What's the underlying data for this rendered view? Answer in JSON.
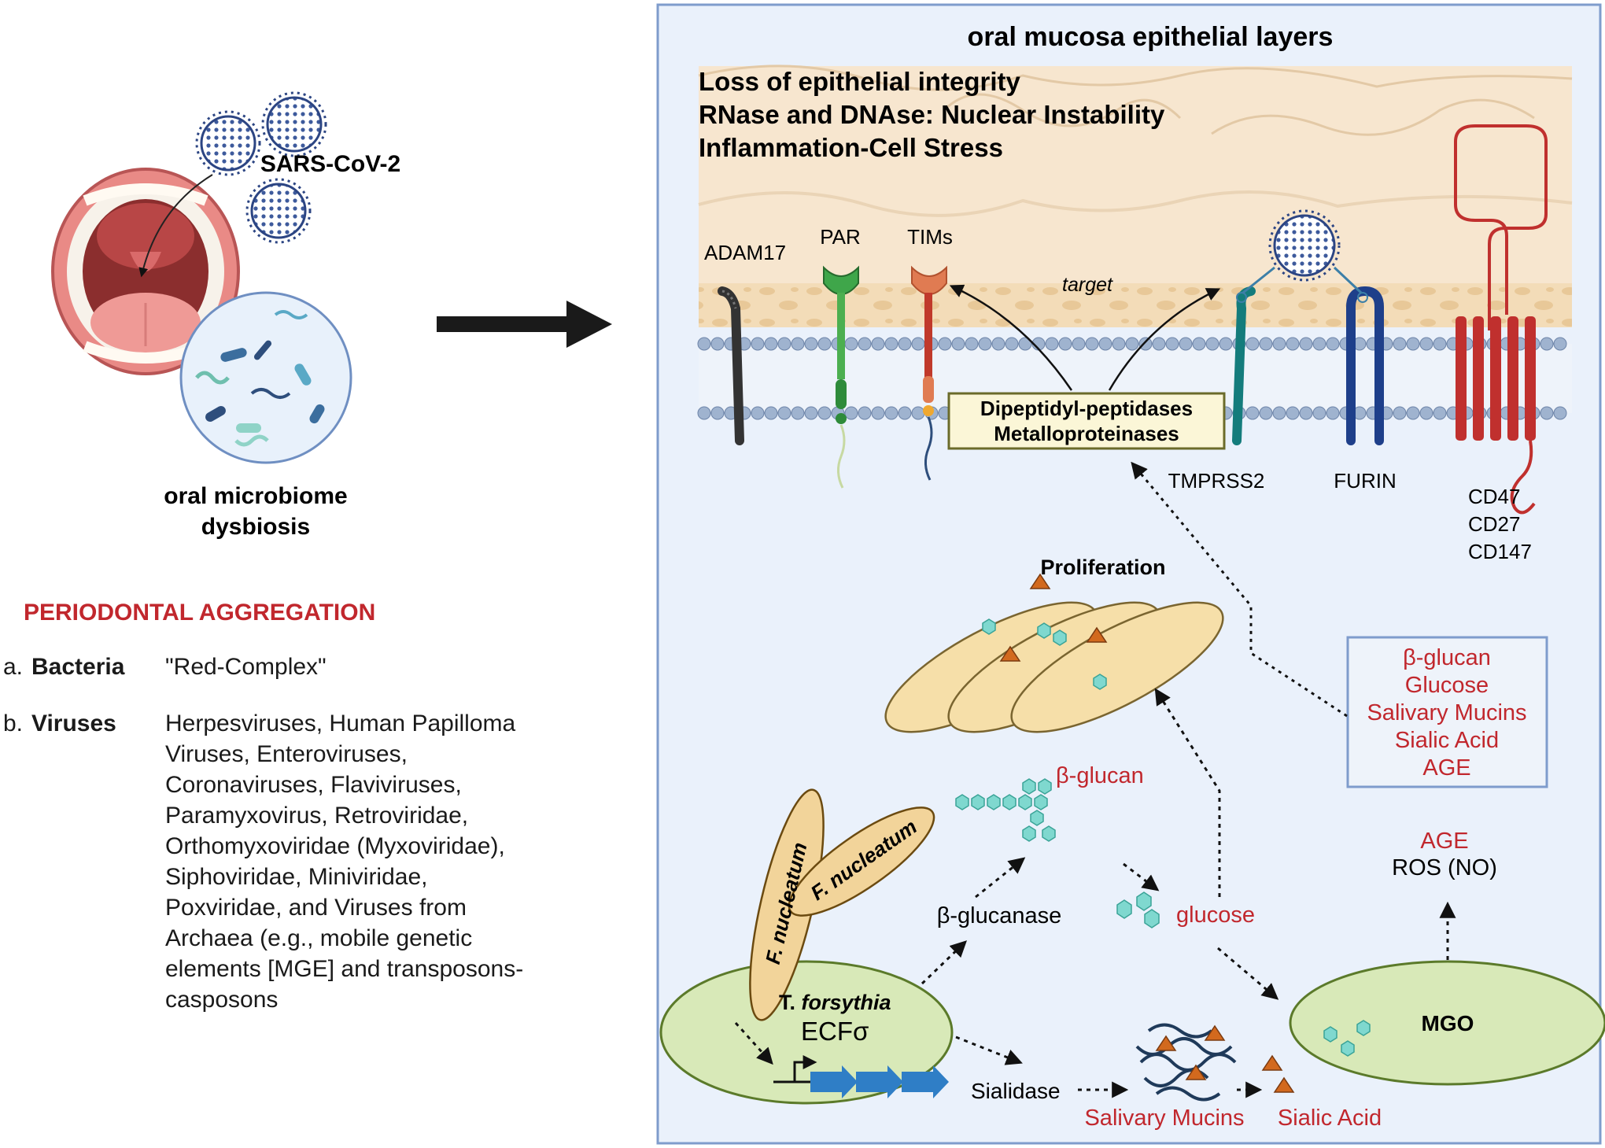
{
  "left": {
    "virus_label": "SARS-CoV-2",
    "microbiome_label_line1": "oral microbiome",
    "microbiome_label_line2": "dysbiosis",
    "periodontal": {
      "title": "PERIODONTAL AGGREGATION",
      "items": [
        {
          "letter": "a.",
          "name": "Bacteria",
          "desc_lines": [
            "\"Red-Complex\""
          ]
        },
        {
          "letter": "b.",
          "name": "Viruses",
          "desc_lines": [
            "Herpesviruses, Human Papilloma",
            "Viruses, Enteroviruses,",
            "Coronaviruses, Flaviviruses,",
            "Paramyxovirus, Retroviridae,",
            "Orthomyxoviridae (Myxoviridae),",
            "Siphoviridae, Miniviridae,",
            "Poxviridae, and Viruses from",
            "Archaea (e.g., mobile genetic",
            "elements [MGE] and transposons-",
            "casposons"
          ]
        }
      ]
    }
  },
  "panel": {
    "title": "oral mucosa epithelial layers",
    "effects": [
      "Loss of epithelial integrity",
      "RNase and DNAse:  Nuclear Instability",
      "Inflammation-Cell Stress"
    ],
    "receptors": {
      "adam17": "ADAM17",
      "par": "PAR",
      "tims": "TIMs",
      "tmprss2": "TMPRSS2",
      "furin": "FURIN",
      "cd47": "CD47",
      "cd27": "CD27",
      "cd147": "CD147"
    },
    "target_label": "target",
    "enzyme_box": [
      "Dipeptidyl-peptidases",
      "Metalloproteinases"
    ],
    "proliferation": "Proliferation",
    "substrate_box": [
      "β-glucan",
      "Glucose",
      "Salivary Mucins",
      "Sialic Acid",
      "AGE"
    ],
    "beta_glucan": "β-glucan",
    "beta_glucanase": "β-glucanase",
    "glucose": "glucose",
    "age": "AGE",
    "ros": "ROS (NO)",
    "mgo": "MGO",
    "fnucleatum_1": "F. nucleatum",
    "fnucleatum_2": "F. nucleatum",
    "tforsythia_t": "T. ",
    "tforsythia_species": "forsythia",
    "ecf": "ECFσ",
    "sialidase": "Sialidase",
    "salivary_mucins": "Salivary Mucins",
    "sialic_acid": "Sialic Acid"
  },
  "colors": {
    "red_text": "#c1272d",
    "panel_bg": "#eaf1fb",
    "panel_border": "#7f9ccc",
    "tissue": "#f7e3c7",
    "green_cell": "#d8e9b8",
    "green_border": "#5b7a2a",
    "cyan": "#7fd8cf",
    "orange_tri": "#d2691e"
  }
}
